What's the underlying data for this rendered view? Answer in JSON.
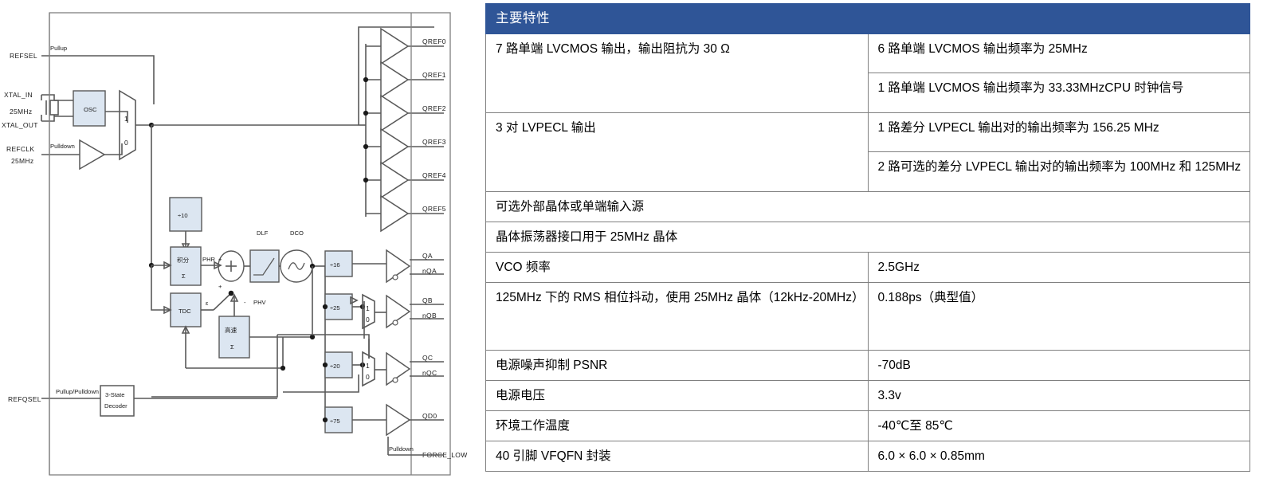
{
  "table": {
    "header": "主要特性",
    "rows": [
      {
        "left": "7 路单端 LVCMOS 输出，输出阻抗为 30 Ω",
        "left_rowspan": 2,
        "right": "6 路单端 LVCMOS 输出频率为 25MHz"
      },
      {
        "right": "1 路单端 LVCMOS 输出频率为 33.33MHzCPU 时钟信号"
      },
      {
        "left": "3 对 LVPECL 输出",
        "left_rowspan": 2,
        "right": "1 路差分 LVPECL 输出对的输出频率为 156.25 MHz"
      },
      {
        "right": "2 路可选的差分 LVPECL 输出对的输出频率为 100MHz 和 125MHz"
      },
      {
        "left": "可选外部晶体或单端输入源",
        "right": "",
        "span": true
      },
      {
        "left": "晶体振荡器接口用于 25MHz 晶体",
        "right": "",
        "span": true
      },
      {
        "left": "VCO 频率",
        "right": "2.5GHz"
      },
      {
        "left": "125MHz 下的 RMS 相位抖动，使用 25MHz 晶体（12kHz-20MHz）",
        "right": " 0.188ps（典型值）"
      },
      {
        "left": "电源噪声抑制 PSNR",
        "right": "-70dB"
      },
      {
        "left": "电源电压",
        "right": "3.3v"
      },
      {
        "left": "环境工作温度",
        "right": "-40℃至 85℃"
      },
      {
        "left": "40 引脚 VFQFN 封装",
        "right": "6.0 ×  6.0 ×  0.85mm"
      }
    ]
  },
  "diagram": {
    "inputs": [
      {
        "name": "refsel-pin",
        "label": "REFSEL"
      },
      {
        "name": "xtal-in-pin",
        "label": "XTAL_IN"
      },
      {
        "name": "xtal-freq-label",
        "label": "25MHz"
      },
      {
        "name": "xtal-out-pin",
        "label": "XTAL_OUT"
      },
      {
        "name": "refclk-pin",
        "label": "REFCLK"
      },
      {
        "name": "refclk-freq-label",
        "label": "25MHz"
      },
      {
        "name": "refqsel-pin",
        "label": "REFQSEL"
      }
    ],
    "annotations": {
      "pullup": "Pullup",
      "pulldown": "Pulldown",
      "pullup_pulldown": "Pullup/Pulldown",
      "pulldown_force": "Pulldown"
    },
    "blocks": {
      "osc": "OSC",
      "div10": "÷10",
      "accum1_top": "积分",
      "accum1_bot": "Σ",
      "tdc": "TDC",
      "accum2_top": "高速",
      "accum2_bot": "Σ",
      "dlf": "DLF",
      "dco": "DCO",
      "div16": "÷16",
      "div25": "÷25",
      "div20": "÷20",
      "div75": "÷75",
      "decoder_top": "3-State",
      "decoder_bot": "Decoder"
    },
    "signals": {
      "phr": "PHR",
      "phv": "PHV",
      "eps": "ε",
      "plus_top": "+",
      "plus_bot": "+",
      "minus": "-"
    },
    "mux_labels": {
      "one": "1",
      "zero": "0"
    },
    "outputs": [
      {
        "name": "qref0",
        "label": "QREF0"
      },
      {
        "name": "qref1",
        "label": "QREF1"
      },
      {
        "name": "qref2",
        "label": "QREF2"
      },
      {
        "name": "qref3",
        "label": "QREF3"
      },
      {
        "name": "qref4",
        "label": "QREF4"
      },
      {
        "name": "qref5",
        "label": "QREF5"
      },
      {
        "name": "qa",
        "label": "QA"
      },
      {
        "name": "nqa",
        "label": "nQA"
      },
      {
        "name": "qb",
        "label": "QB"
      },
      {
        "name": "nqb",
        "label": "nQB"
      },
      {
        "name": "qc",
        "label": "QC"
      },
      {
        "name": "nqc",
        "label": "nQC"
      },
      {
        "name": "qd0",
        "label": "QD0"
      },
      {
        "name": "force-low",
        "label": "FORCE_LOW"
      }
    ]
  },
  "colors": {
    "header_blue": "#2f5597",
    "block_fill": "#dce6f1",
    "line": "#595959",
    "border": "#808080"
  }
}
